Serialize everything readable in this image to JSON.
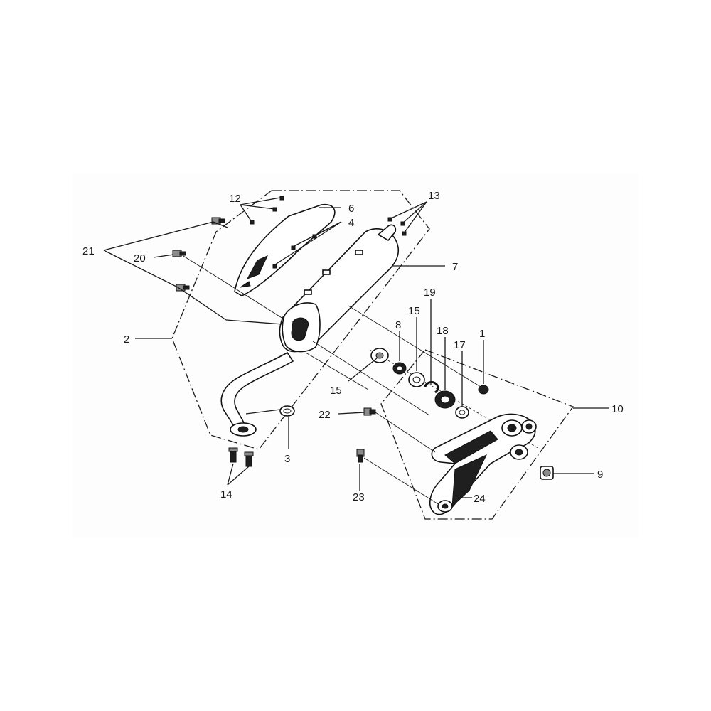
{
  "callouts": {
    "c1": "1",
    "c2": "2",
    "c3": "3",
    "c4": "4",
    "c6": "6",
    "c7": "7",
    "c8": "8",
    "c9": "9",
    "c10": "10",
    "c12": "12",
    "c13": "13",
    "c14": "14",
    "c15a": "15",
    "c15b": "15",
    "c17": "17",
    "c18": "18",
    "c19": "19",
    "c20": "20",
    "c21": "21",
    "c22": "22",
    "c23": "23",
    "c24": "24"
  }
}
